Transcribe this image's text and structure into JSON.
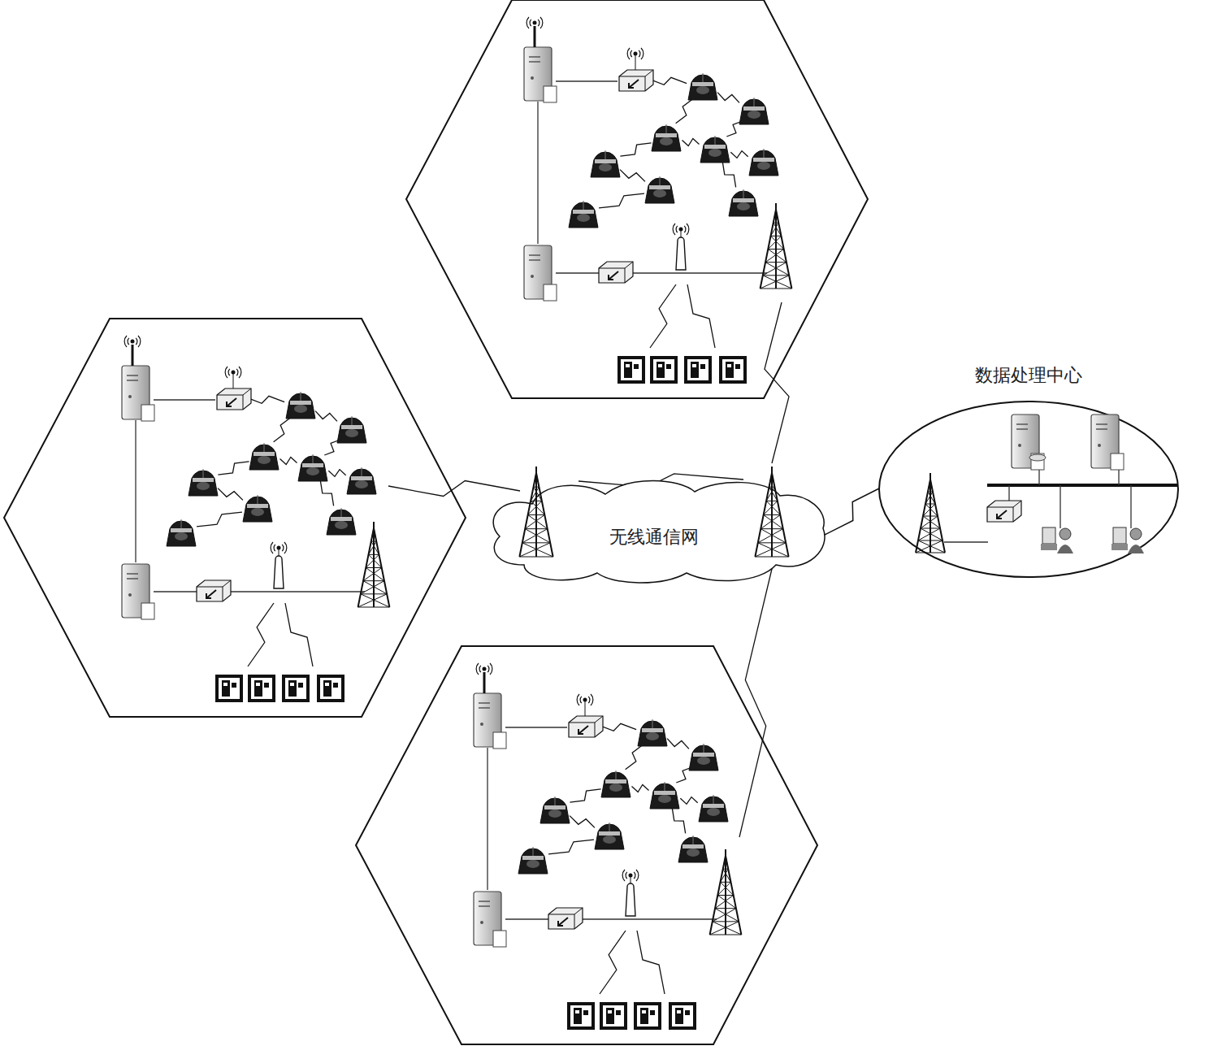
{
  "diagram": {
    "nodes": [
      {
        "text": [
          "无线通信网"
        ]
      },
      {
        "text": [
          "数据处理中心"
        ]
      }
    ],
    "edges": [
      {
        "from": 0,
        "to": 1,
        "arrow": "none"
      }
    ]
  }
}
